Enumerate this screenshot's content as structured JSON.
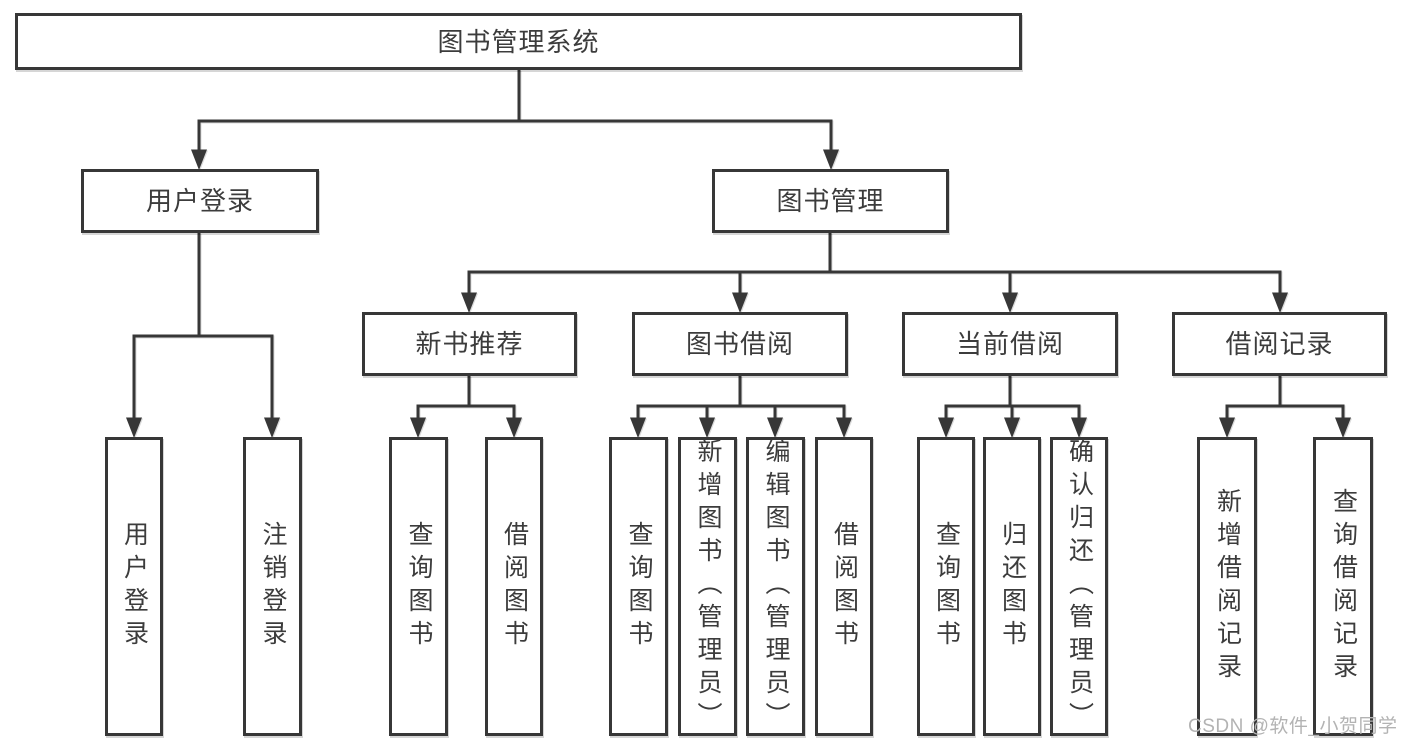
{
  "diagram": {
    "root": {
      "label": "图书管理系统"
    },
    "branches": [
      {
        "label": "用户登录",
        "leaves": [
          {
            "label": "用户登录"
          },
          {
            "label": "注销登录"
          }
        ]
      },
      {
        "label": "图书管理",
        "sections": [
          {
            "label": "新书推荐",
            "leaves": [
              {
                "label": "查询图书"
              },
              {
                "label": "借阅图书"
              }
            ]
          },
          {
            "label": "图书借阅",
            "leaves": [
              {
                "label": "查询图书"
              },
              {
                "label": "新增图书（管理员）"
              },
              {
                "label": "编辑图书（管理员）"
              },
              {
                "label": "借阅图书"
              }
            ]
          },
          {
            "label": "当前借阅",
            "leaves": [
              {
                "label": "查询图书"
              },
              {
                "label": "归还图书"
              },
              {
                "label": "确认归还（管理员）"
              }
            ]
          },
          {
            "label": "借阅记录",
            "leaves": [
              {
                "label": "新增借阅记录"
              },
              {
                "label": "查询借阅记录"
              }
            ]
          }
        ]
      }
    ]
  },
  "watermark": {
    "text": "CSDN @软件_小贺同学"
  },
  "colors": {
    "line": "#373737",
    "text": "#3c3c3c",
    "box_fill": "#ffffff",
    "page_background": "#ffffff",
    "watermark": "#b3b3b3"
  }
}
